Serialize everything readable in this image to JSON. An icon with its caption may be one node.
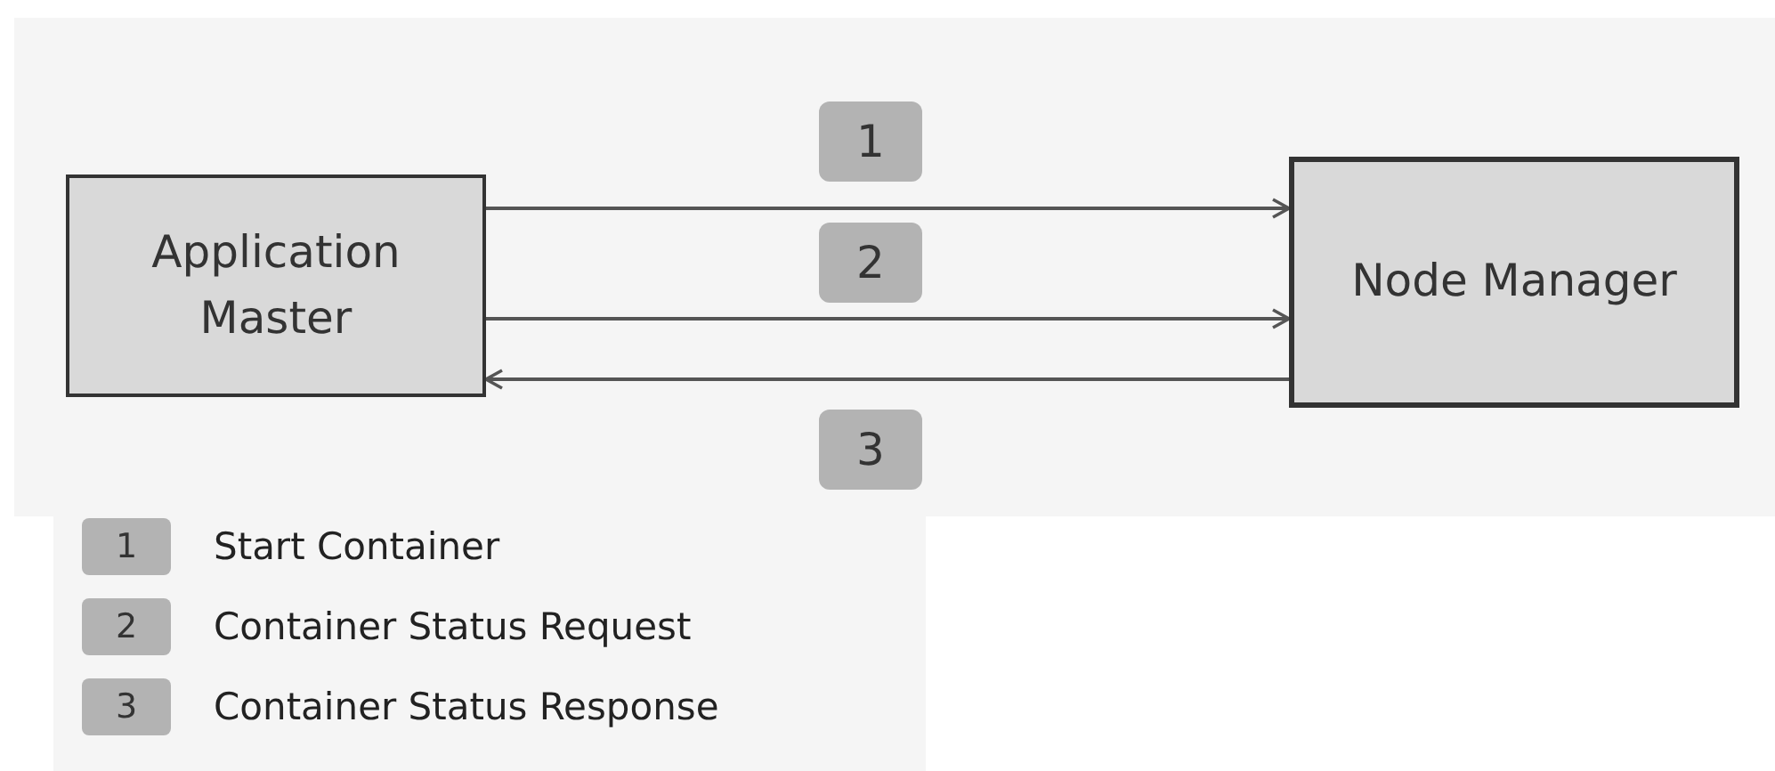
{
  "diagram": {
    "nodes": [
      {
        "text": [
          "Application Master"
        ]
      },
      {
        "text": [
          "Node Manager"
        ]
      }
    ],
    "edges": [
      {
        "from": 0,
        "to": 1,
        "arrow": "to",
        "label": "1"
      },
      {
        "from": 0,
        "to": 1,
        "arrow": "to",
        "label": "2"
      },
      {
        "from": 1,
        "to": 0,
        "arrow": "to",
        "label": "3"
      }
    ],
    "labels": [
      "1",
      "2",
      "3"
    ],
    "legend": [
      {
        "text": "Start Container",
        "color": "#b3b3b3"
      },
      {
        "text": "Container Status Request",
        "color": "#b3b3b3"
      },
      {
        "text": "Container Status Response",
        "color": "#b3b3b3"
      }
    ]
  }
}
